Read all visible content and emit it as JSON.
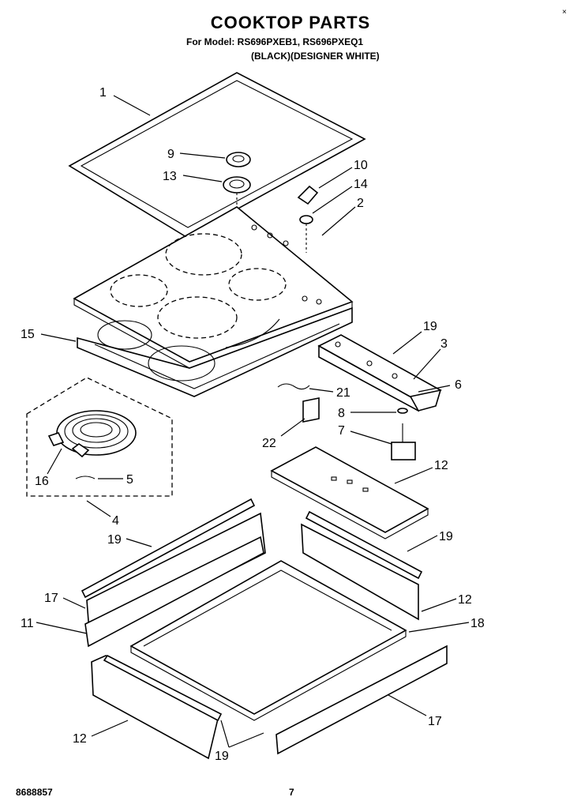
{
  "header": {
    "title": "COOKTOP PARTS",
    "model_line": "For Model: RS696PXEB1, RS696PXEQ1",
    "variant_line": "(BLACK)(DESIGNER WHITE)",
    "corner_mark": "×"
  },
  "footer": {
    "code": "8688857",
    "page": "7"
  },
  "callouts": {
    "c1": "1",
    "c2": "2",
    "c3": "3",
    "c4": "4",
    "c5": "5",
    "c6": "6",
    "c7": "7",
    "c8": "8",
    "c9": "9",
    "c10": "10",
    "c11": "11",
    "c12a": "12",
    "c12b": "12",
    "c12c": "12",
    "c13": "13",
    "c14": "14",
    "c15": "15",
    "c16": "16",
    "c17a": "17",
    "c17b": "17",
    "c18": "18",
    "c19a": "19",
    "c19b": "19",
    "c19c": "19",
    "c19d": "19",
    "c21": "21",
    "c22": "22"
  }
}
